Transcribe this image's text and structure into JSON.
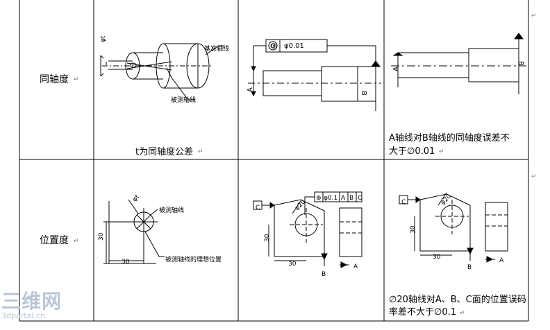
{
  "rows": [
    {
      "name": "同轴度",
      "caption": "t为同轴度公差",
      "labels": {
        "diameter_t": "φt",
        "datum_axis": "基准轴线",
        "measured_axis": "被测轴线"
      },
      "frame": {
        "symbol": "◎",
        "value": "φ0.01"
      },
      "datum_letters": [
        "A",
        "B",
        "A",
        "B"
      ],
      "description": [
        "A轴线对B轴线的同轴度误差不",
        "大于∅0.01"
      ]
    },
    {
      "name": "位置度",
      "labels": {
        "measured_axis": "被测轴线",
        "ideal_position": "被测轴线的理想位置",
        "diameter_t": "φt"
      },
      "dims": {
        "height": "30",
        "width": "30",
        "diameter": "φ20"
      },
      "frame": {
        "symbol": "⊕",
        "value": "φ0.1",
        "datums": [
          "A",
          "B",
          "C"
        ]
      },
      "datum_letters": [
        "C",
        "A",
        "B"
      ],
      "description": [
        "∅20轴线对A、B、C面的位置误码",
        "率差不大于∅0.1"
      ]
    }
  ],
  "watermark": {
    "main": "三维网",
    "sub": "3dportal.cn"
  },
  "marks": [
    "↵"
  ]
}
